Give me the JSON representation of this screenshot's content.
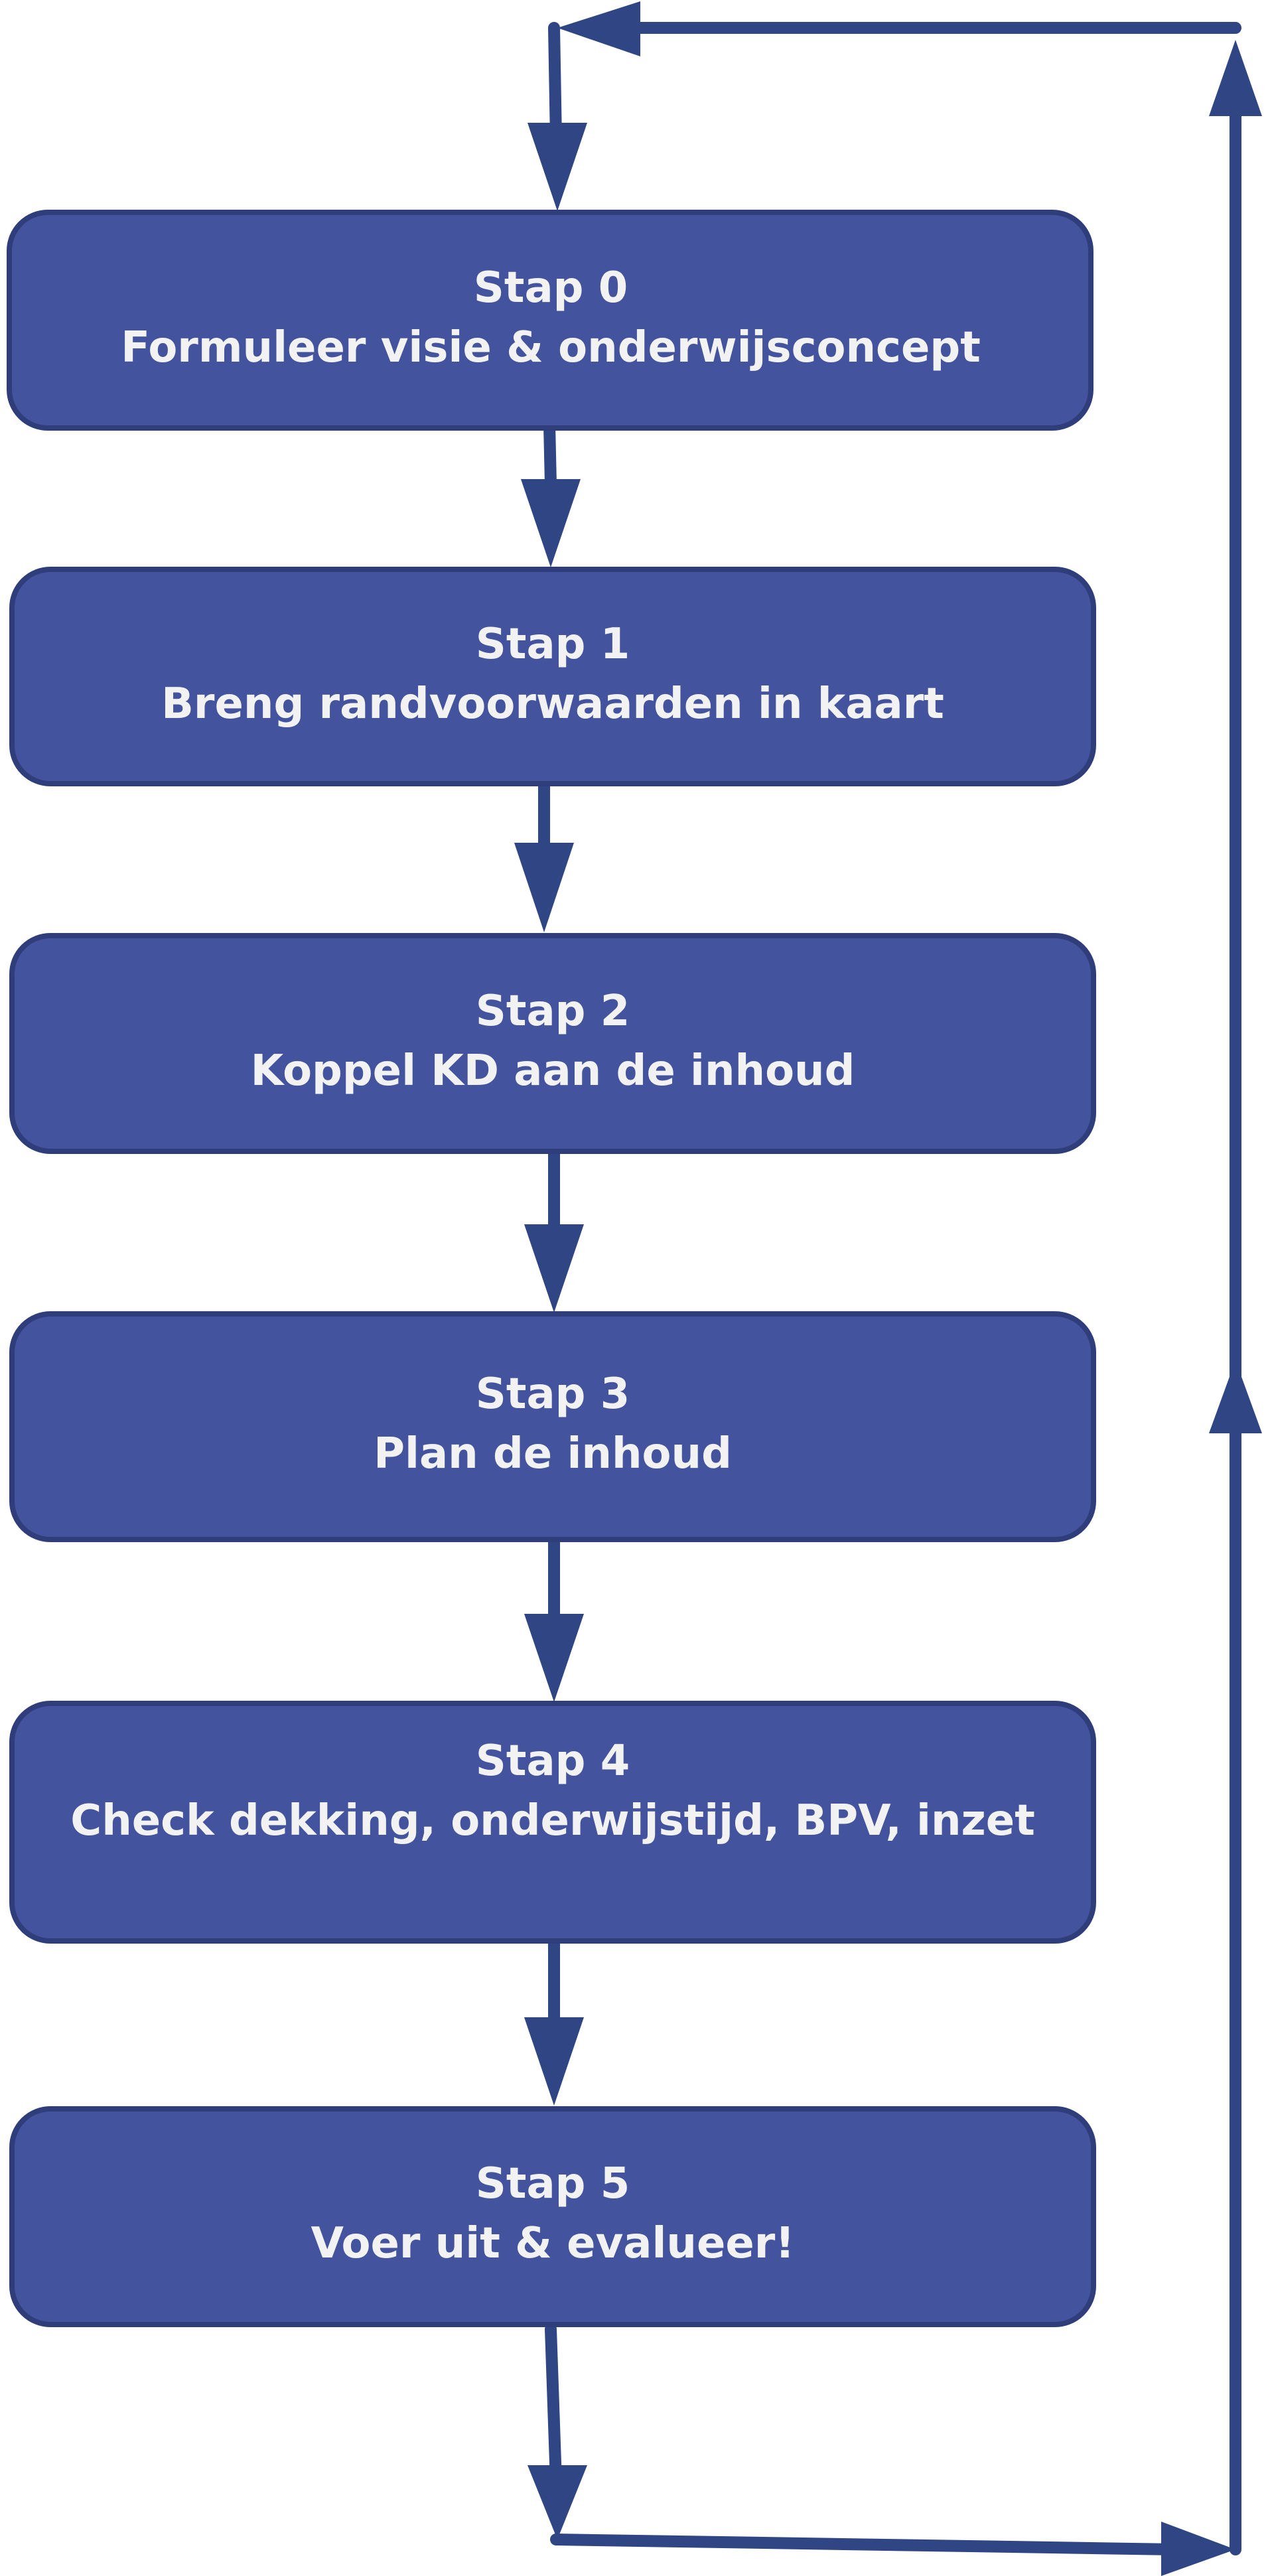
{
  "steps": [
    {
      "number": "Stap 0",
      "label": "Formuleer visie & onderwijsconcept"
    },
    {
      "number": "Stap 1",
      "label": "Breng randvoorwaarden in kaart"
    },
    {
      "number": "Stap 2",
      "label": "Koppel KD aan de inhoud"
    },
    {
      "number": "Stap 3",
      "label": "Plan de inhoud"
    },
    {
      "number": "Stap 4",
      "label": "Check dekking, onderwijstijd, BPV, inzet"
    },
    {
      "number": "Stap 5",
      "label": "Voer uit & evalueer!"
    }
  ],
  "colors": {
    "box_fill": "#44539e",
    "box_stroke": "#2f3d7a",
    "arrow": "#2f4584",
    "text": "#f2f2f2"
  }
}
